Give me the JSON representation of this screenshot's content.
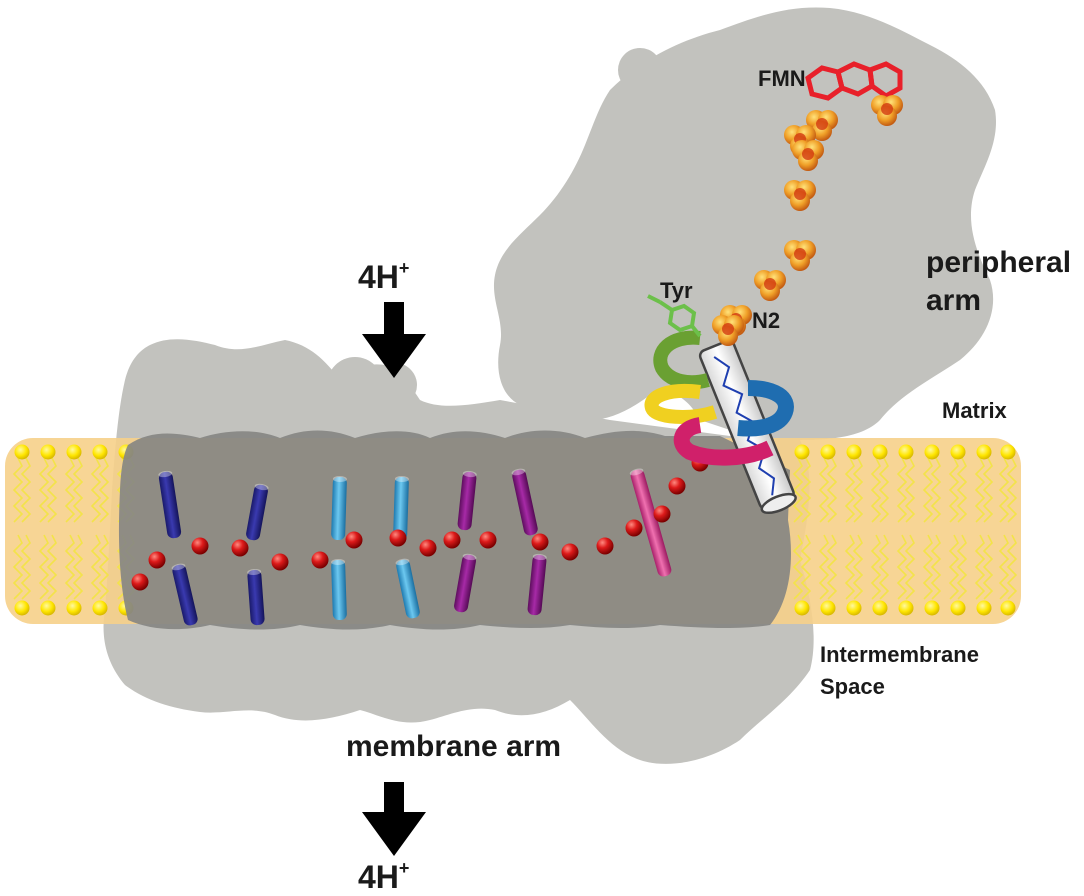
{
  "labels": {
    "fmn": "FMN",
    "tyr": "Tyr",
    "n2": "N2",
    "peripheral_arm_line1": "peripheral",
    "peripheral_arm_line2": "arm",
    "matrix": "Matrix",
    "intermembrane_line1": "Intermembrane",
    "intermembrane_line2": "Space",
    "membrane_arm": "membrane arm",
    "proton_in": "4H",
    "proton_in_sup": "+",
    "proton_out": "4H",
    "proton_out_sup": "+"
  },
  "colors": {
    "protein_light": "#c2c2be",
    "protein_dark": "#8a8a86",
    "membrane": "#f6d08a",
    "lipid_head": "#ffe600",
    "tm_helix_navy": "#2a2a8c",
    "tm_helix_cyan": "#3aa6d8",
    "tm_helix_purple": "#8b1a8b",
    "tm_helix_pink": "#d9428f",
    "water_red": "#cc1111",
    "fmn_red": "#e8202a",
    "fes_cluster": "#e8a020",
    "tyr_green": "#6cc04a",
    "ring_green": "#6aa032",
    "ring_yellow": "#f0d020",
    "ring_blue": "#1f6db0",
    "ring_magenta": "#d0206a"
  },
  "icons": [
    "down-arrow-icon",
    "fmn-ring-icon",
    "fes-cluster-icon",
    "tyrosine-icon"
  ]
}
